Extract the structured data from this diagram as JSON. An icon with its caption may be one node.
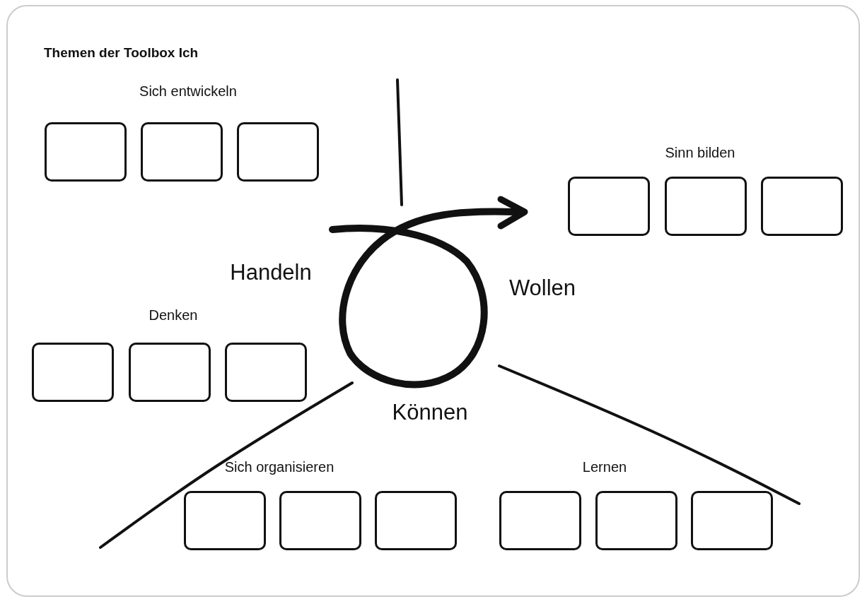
{
  "diagram": {
    "title": "Themen der Toolbox Ich",
    "nodes": [
      {
        "text": [],
        "shape": "box"
      },
      {
        "text": [],
        "shape": "box"
      },
      {
        "text": [],
        "shape": "box"
      },
      {
        "text": [],
        "shape": "box"
      },
      {
        "text": [],
        "shape": "box"
      },
      {
        "text": [],
        "shape": "box"
      },
      {
        "text": [],
        "shape": "box"
      },
      {
        "text": [],
        "shape": "box"
      },
      {
        "text": [],
        "shape": "box"
      },
      {
        "text": [],
        "shape": "box"
      },
      {
        "text": [],
        "shape": "box"
      },
      {
        "text": [],
        "shape": "box"
      },
      {
        "text": [],
        "shape": "box"
      },
      {
        "text": [],
        "shape": "box"
      },
      {
        "text": [],
        "shape": "box"
      }
    ],
    "labels": [
      "Sich entwickeln",
      "Sinn bilden",
      "Handeln",
      "Wollen",
      "Denken",
      "Können",
      "Sich organisieren",
      "Lernen"
    ]
  }
}
